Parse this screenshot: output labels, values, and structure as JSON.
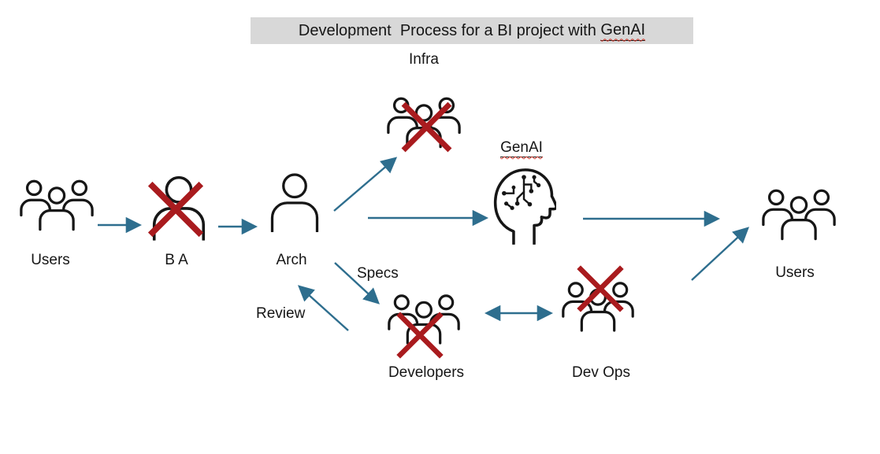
{
  "title": {
    "text": "Development  Process for a BI project with ",
    "highlight": "GenAI"
  },
  "nodes": {
    "users_left": {
      "label": "Users",
      "icon": "people-group-icon",
      "crossed_out": false
    },
    "ba": {
      "label": "B A",
      "icon": "person-icon",
      "crossed_out": true
    },
    "arch": {
      "label": "Arch",
      "icon": "person-icon",
      "crossed_out": false
    },
    "infra": {
      "label": "Infra",
      "icon": "people-group-icon",
      "crossed_out": true
    },
    "genai": {
      "label": "GenAI",
      "icon": "ai-head-circuit-icon",
      "crossed_out": false
    },
    "developers": {
      "label": "Developers",
      "icon": "people-group-icon",
      "crossed_out": true
    },
    "devops": {
      "label": "Dev Ops",
      "icon": "people-group-icon",
      "crossed_out": true
    },
    "users_right": {
      "label": "Users",
      "icon": "people-group-icon",
      "crossed_out": false
    }
  },
  "edge_labels": {
    "specs": "Specs",
    "review": "Review"
  },
  "edges": [
    {
      "from": "Users",
      "to": "B A"
    },
    {
      "from": "B A",
      "to": "Arch"
    },
    {
      "from": "Arch",
      "to": "Infra"
    },
    {
      "from": "Arch",
      "to": "GenAI"
    },
    {
      "from": "Arch",
      "to": "Developers",
      "label": "Specs"
    },
    {
      "from": "Developers",
      "to": "Arch",
      "label": "Review"
    },
    {
      "from": "Developers",
      "to": "Dev Ops",
      "bidirectional": true
    },
    {
      "from": "GenAI",
      "to": "Users"
    },
    {
      "from": "Dev Ops",
      "to": "Users"
    }
  ],
  "colors": {
    "ink": "#161616",
    "arrow": "#2E6E8E",
    "cross": "#A91B1E",
    "title_bg": "#D8D8D8",
    "spell": "#D0392E"
  }
}
